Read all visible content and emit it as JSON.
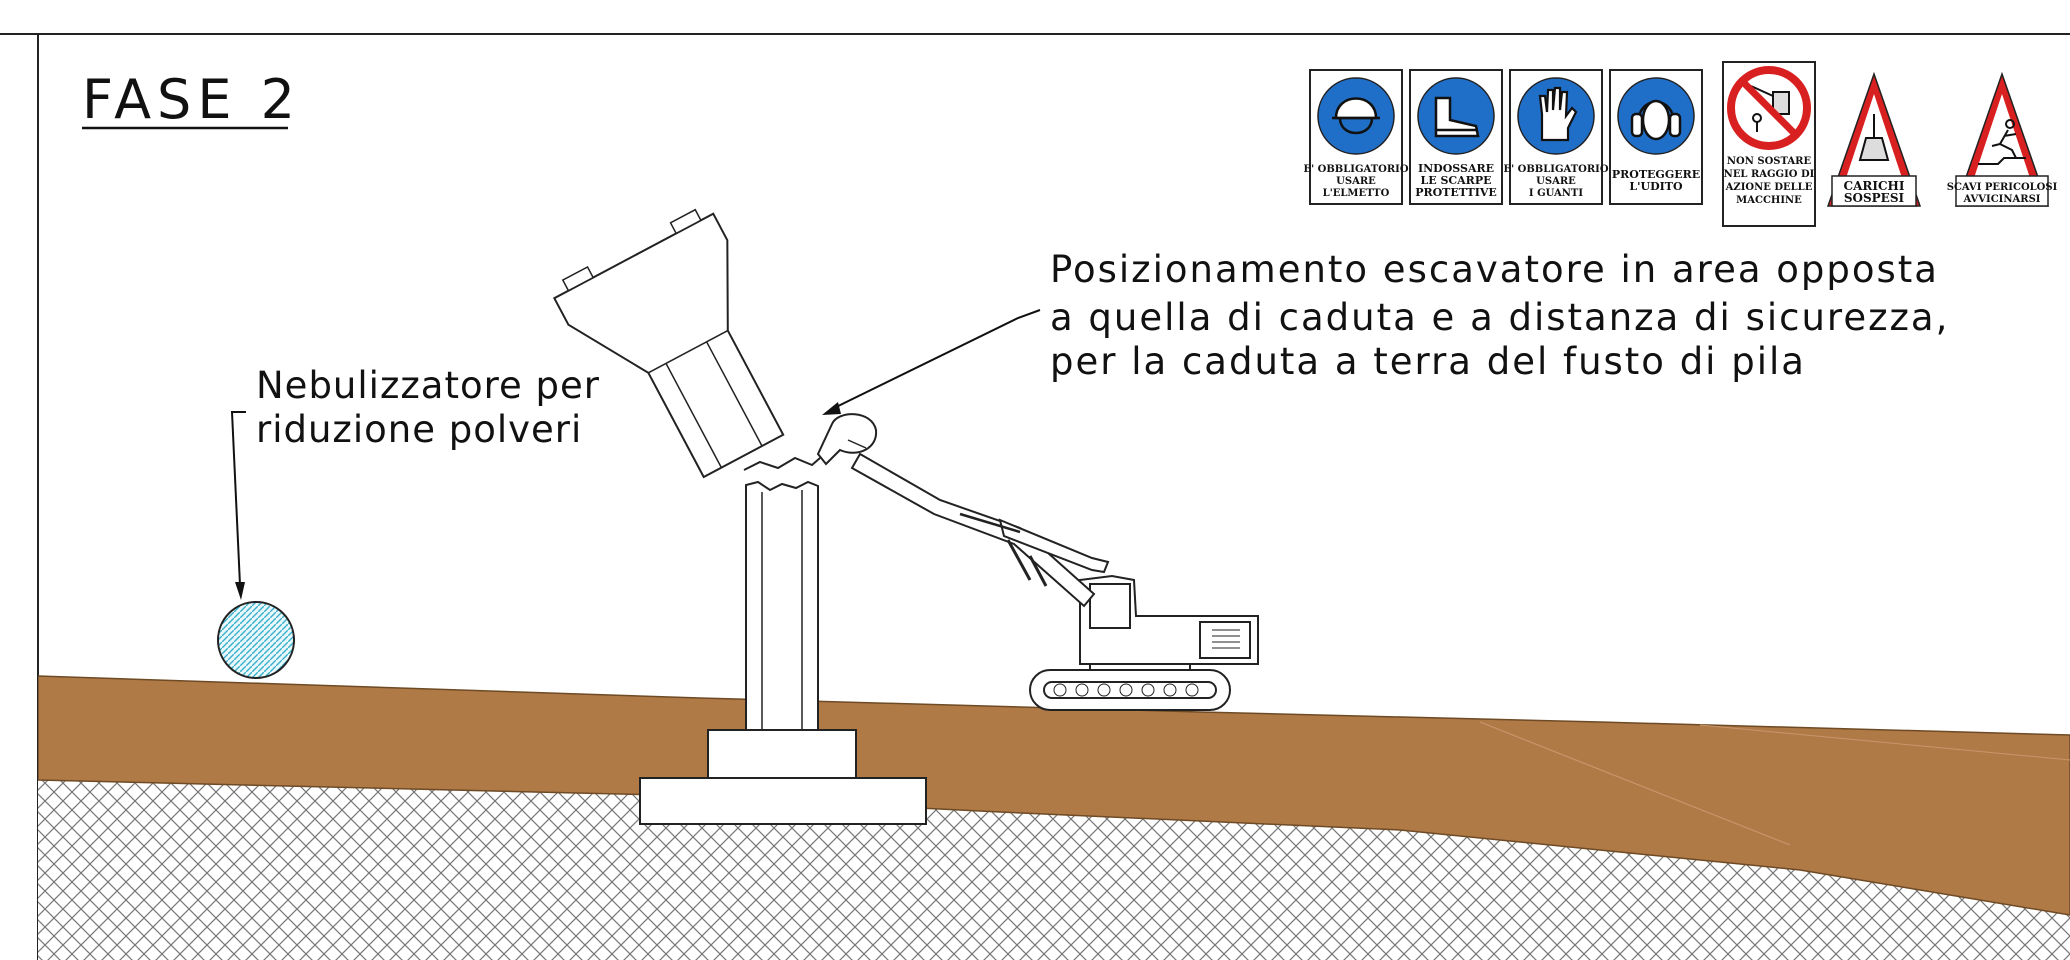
{
  "phase_title": "FASE 2",
  "annotations": {
    "nebulizer": {
      "line1": "Nebulizzatore per",
      "line2": "riduzione polveri"
    },
    "excavator": {
      "line1": "Posizionamento escavatore in area opposta",
      "line2": "a quella di caduta e a distanza di sicurezza,",
      "line3": "per la caduta a terra del fusto di pila"
    }
  },
  "safety_signs": [
    {
      "icon": "helmet-icon",
      "lines": [
        "E' OBBLIGATORIO",
        "USARE",
        "L'ELMETTO"
      ],
      "color": "#1f6fc9"
    },
    {
      "icon": "boots-icon",
      "lines": [
        "INDOSSARE",
        "LE SCARPE",
        "PROTETTIVE"
      ],
      "color": "#1f6fc9"
    },
    {
      "icon": "gloves-icon",
      "lines": [
        "E' OBBLIGATORIO",
        "USARE",
        "I GUANTI"
      ],
      "color": "#1f6fc9"
    },
    {
      "icon": "ear-protection-icon",
      "lines": [
        "PROTEGGERE",
        "L'UDITO"
      ],
      "color": "#1f6fc9"
    },
    {
      "icon": "no-standing-machine-icon",
      "lines": [
        "NON SOSTARE",
        "NEL RAGGIO DI",
        "AZIONE DELLE",
        "MACCHINE"
      ],
      "color": "#d92020"
    },
    {
      "icon": "suspended-load-icon",
      "lines": [
        "CARICHI",
        "SOSPESI"
      ],
      "color": "#d92020"
    },
    {
      "icon": "dangerous-excavation-icon",
      "lines": [
        "SCAVI PERICOLOSI",
        "AVVICINARSI"
      ],
      "color": "#d92020"
    }
  ],
  "colors": {
    "soil": "#b07a47",
    "soil_dark": "#9a6636",
    "mandatory_blue": "#1f6fc9",
    "warning_red": "#d92020",
    "nebulizer_fill": "#7fd0e0",
    "line": "#111111"
  }
}
